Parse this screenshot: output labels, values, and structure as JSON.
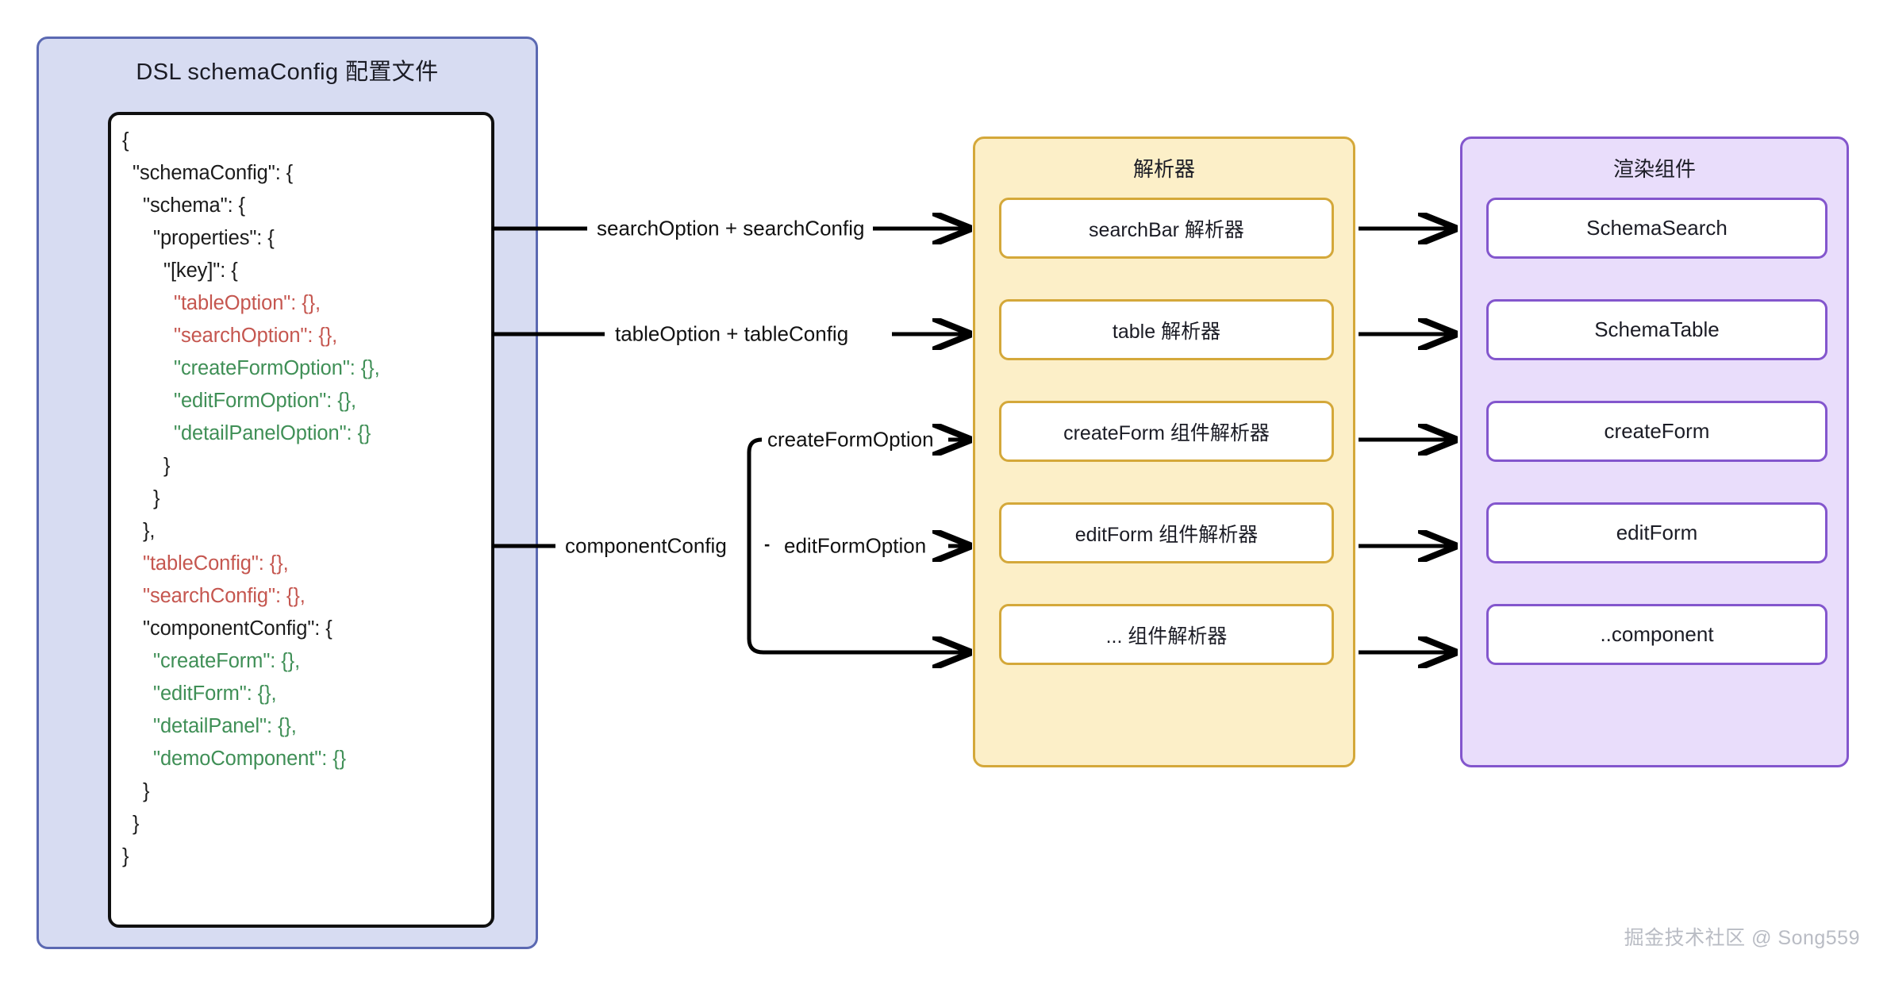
{
  "dsl_panel": {
    "title": "DSL  schemaConfig 配置文件",
    "code_lines": [
      {
        "indent": 0,
        "segments": [
          {
            "text": "{",
            "color": "plain"
          }
        ]
      },
      {
        "indent": 1,
        "segments": [
          {
            "text": "\"schemaConfig\": {",
            "color": "plain"
          }
        ]
      },
      {
        "indent": 2,
        "segments": [
          {
            "text": "\"schema\": {",
            "color": "plain"
          }
        ]
      },
      {
        "indent": 3,
        "segments": [
          {
            "text": "\"properties\": {",
            "color": "plain"
          }
        ]
      },
      {
        "indent": 4,
        "segments": [
          {
            "text": "\"[key]\": {",
            "color": "plain"
          }
        ]
      },
      {
        "indent": 5,
        "segments": [
          {
            "text": "\"tableOption\": {},",
            "color": "red"
          }
        ]
      },
      {
        "indent": 5,
        "segments": [
          {
            "text": "\"searchOption\": {},",
            "color": "red"
          }
        ]
      },
      {
        "indent": 5,
        "segments": [
          {
            "text": "\"createFormOption\": {},",
            "color": "green"
          }
        ]
      },
      {
        "indent": 5,
        "segments": [
          {
            "text": "\"editFormOption\": {},",
            "color": "green"
          }
        ]
      },
      {
        "indent": 5,
        "segments": [
          {
            "text": "\"detailPanelOption\": {}",
            "color": "green"
          }
        ]
      },
      {
        "indent": 4,
        "segments": [
          {
            "text": "}",
            "color": "plain"
          }
        ]
      },
      {
        "indent": 3,
        "segments": [
          {
            "text": "}",
            "color": "plain"
          }
        ]
      },
      {
        "indent": 2,
        "segments": [
          {
            "text": "},",
            "color": "plain"
          }
        ]
      },
      {
        "indent": 2,
        "segments": [
          {
            "text": "\"tableConfig\": {},",
            "color": "red"
          }
        ]
      },
      {
        "indent": 2,
        "segments": [
          {
            "text": "\"searchConfig\": {},",
            "color": "red"
          }
        ]
      },
      {
        "indent": 2,
        "segments": [
          {
            "text": "\"componentConfig\": {",
            "color": "plain"
          }
        ]
      },
      {
        "indent": 3,
        "segments": [
          {
            "text": "\"createForm\": {},",
            "color": "green"
          }
        ]
      },
      {
        "indent": 3,
        "segments": [
          {
            "text": "\"editForm\": {},",
            "color": "green"
          }
        ]
      },
      {
        "indent": 3,
        "segments": [
          {
            "text": "\"detailPanel\": {},",
            "color": "green"
          }
        ]
      },
      {
        "indent": 3,
        "segments": [
          {
            "text": "\"demoComponent\": {}",
            "color": "green"
          }
        ]
      },
      {
        "indent": 2,
        "segments": [
          {
            "text": "}",
            "color": "plain"
          }
        ]
      },
      {
        "indent": 1,
        "segments": [
          {
            "text": "}",
            "color": "plain"
          }
        ]
      },
      {
        "indent": 0,
        "segments": [
          {
            "text": "}",
            "color": "plain"
          }
        ]
      }
    ]
  },
  "parser_panel": {
    "title": "解析器",
    "items": [
      {
        "label": "searchBar 解析器"
      },
      {
        "label": "table 解析器"
      },
      {
        "label": "createForm 组件解析器"
      },
      {
        "label": "editForm 组件解析器"
      },
      {
        "label": "... 组件解析器"
      }
    ]
  },
  "render_panel": {
    "title": "渲染组件",
    "items": [
      {
        "label": "SchemaSearch"
      },
      {
        "label": "SchemaTable"
      },
      {
        "label": "createForm"
      },
      {
        "label": "editForm"
      },
      {
        "label": "..component"
      }
    ]
  },
  "connectors": {
    "search": "searchOption + searchConfig",
    "table": "tableOption + tableConfig",
    "create_form_option": "createFormOption",
    "component_config": "componentConfig",
    "component_config_separator": "-",
    "edit_form_option": "editFormOption"
  },
  "watermark": "掘金技术社区 @ Song559",
  "colors": {
    "dsl_fill": "#d7dcf2",
    "dsl_border": "#5b69b2",
    "parser_fill": "#fcefc8",
    "parser_border": "#d4a83a",
    "render_fill": "#e9ddfb",
    "render_border": "#8356cd",
    "code_red": "#c5564f",
    "code_green": "#3f8f56",
    "arrow": "#000000"
  }
}
